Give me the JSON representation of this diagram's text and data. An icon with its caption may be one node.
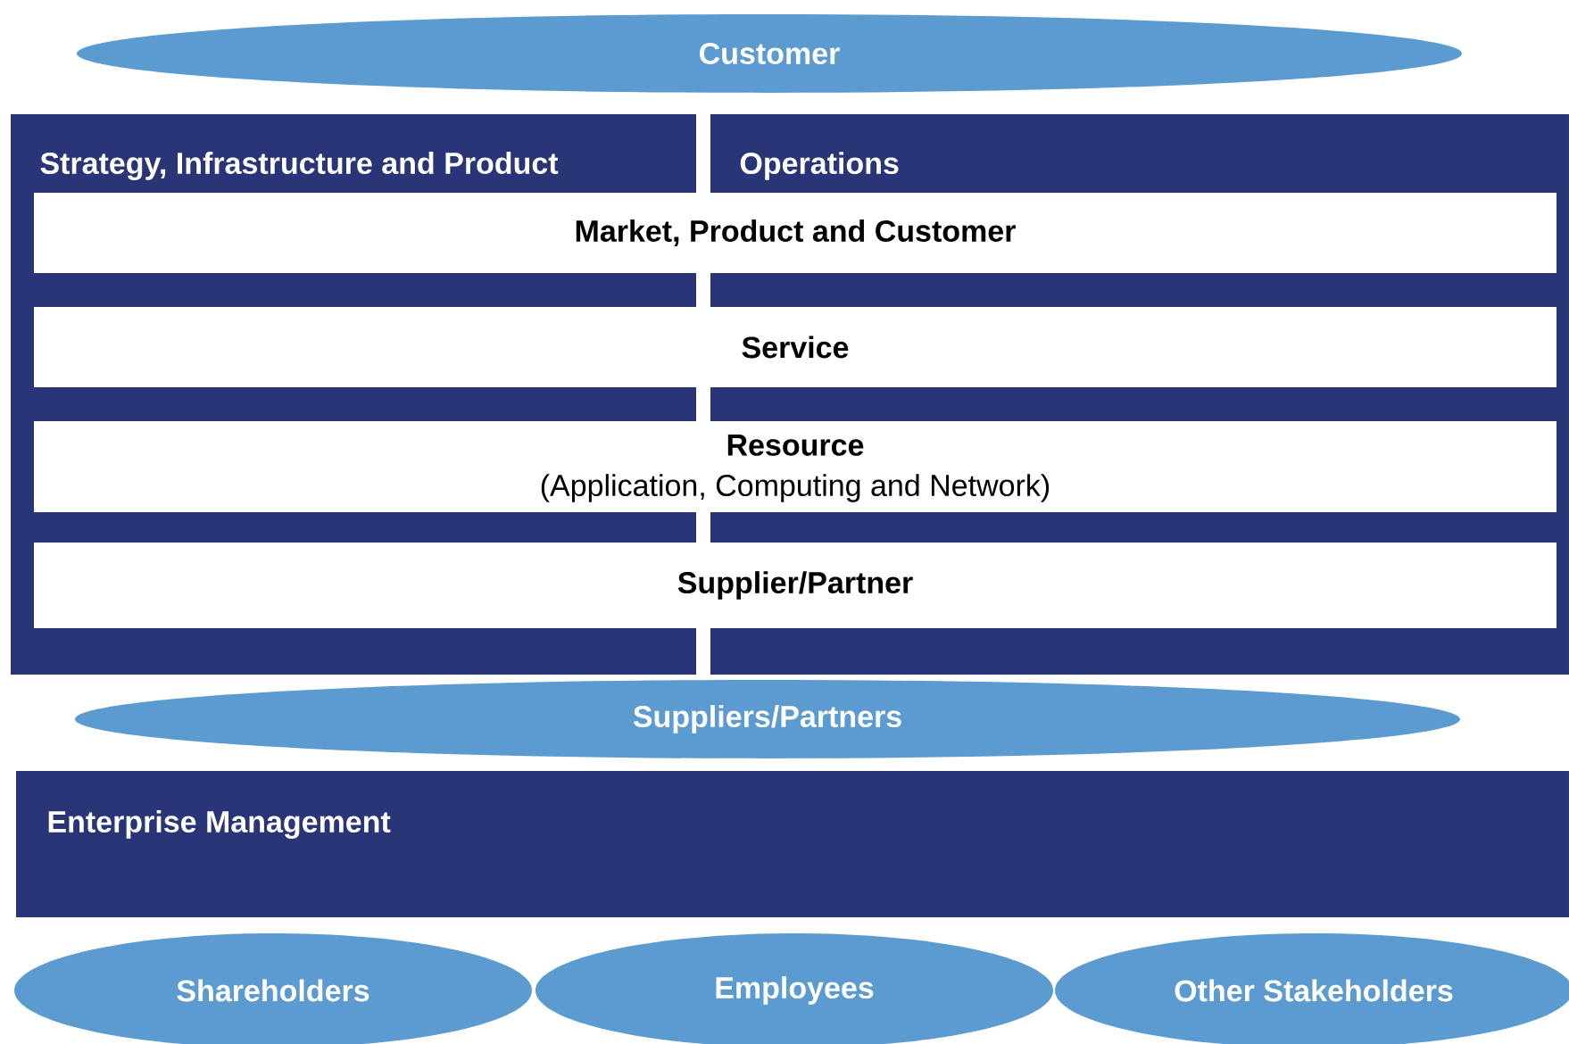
{
  "diagram": {
    "nodes": [
      {
        "text": [
          "Customer"
        ]
      },
      {
        "text": [
          "Strategy, Infrastructure and Product"
        ]
      },
      {
        "text": [
          "Operations"
        ]
      },
      {
        "text": [
          "Market, Product and Customer"
        ]
      },
      {
        "text": [
          "Service"
        ]
      },
      {
        "text": [
          "Resource",
          "(Application, Computing and Network)"
        ]
      },
      {
        "text": [
          "Supplier/Partner"
        ]
      },
      {
        "text": [
          "Suppliers/Partners"
        ]
      },
      {
        "text": [
          "Enterprise Management"
        ]
      },
      {
        "text": [
          "Shareholders"
        ]
      },
      {
        "text": [
          "Employees"
        ]
      },
      {
        "text": [
          "Other Stakeholders"
        ]
      }
    ]
  }
}
